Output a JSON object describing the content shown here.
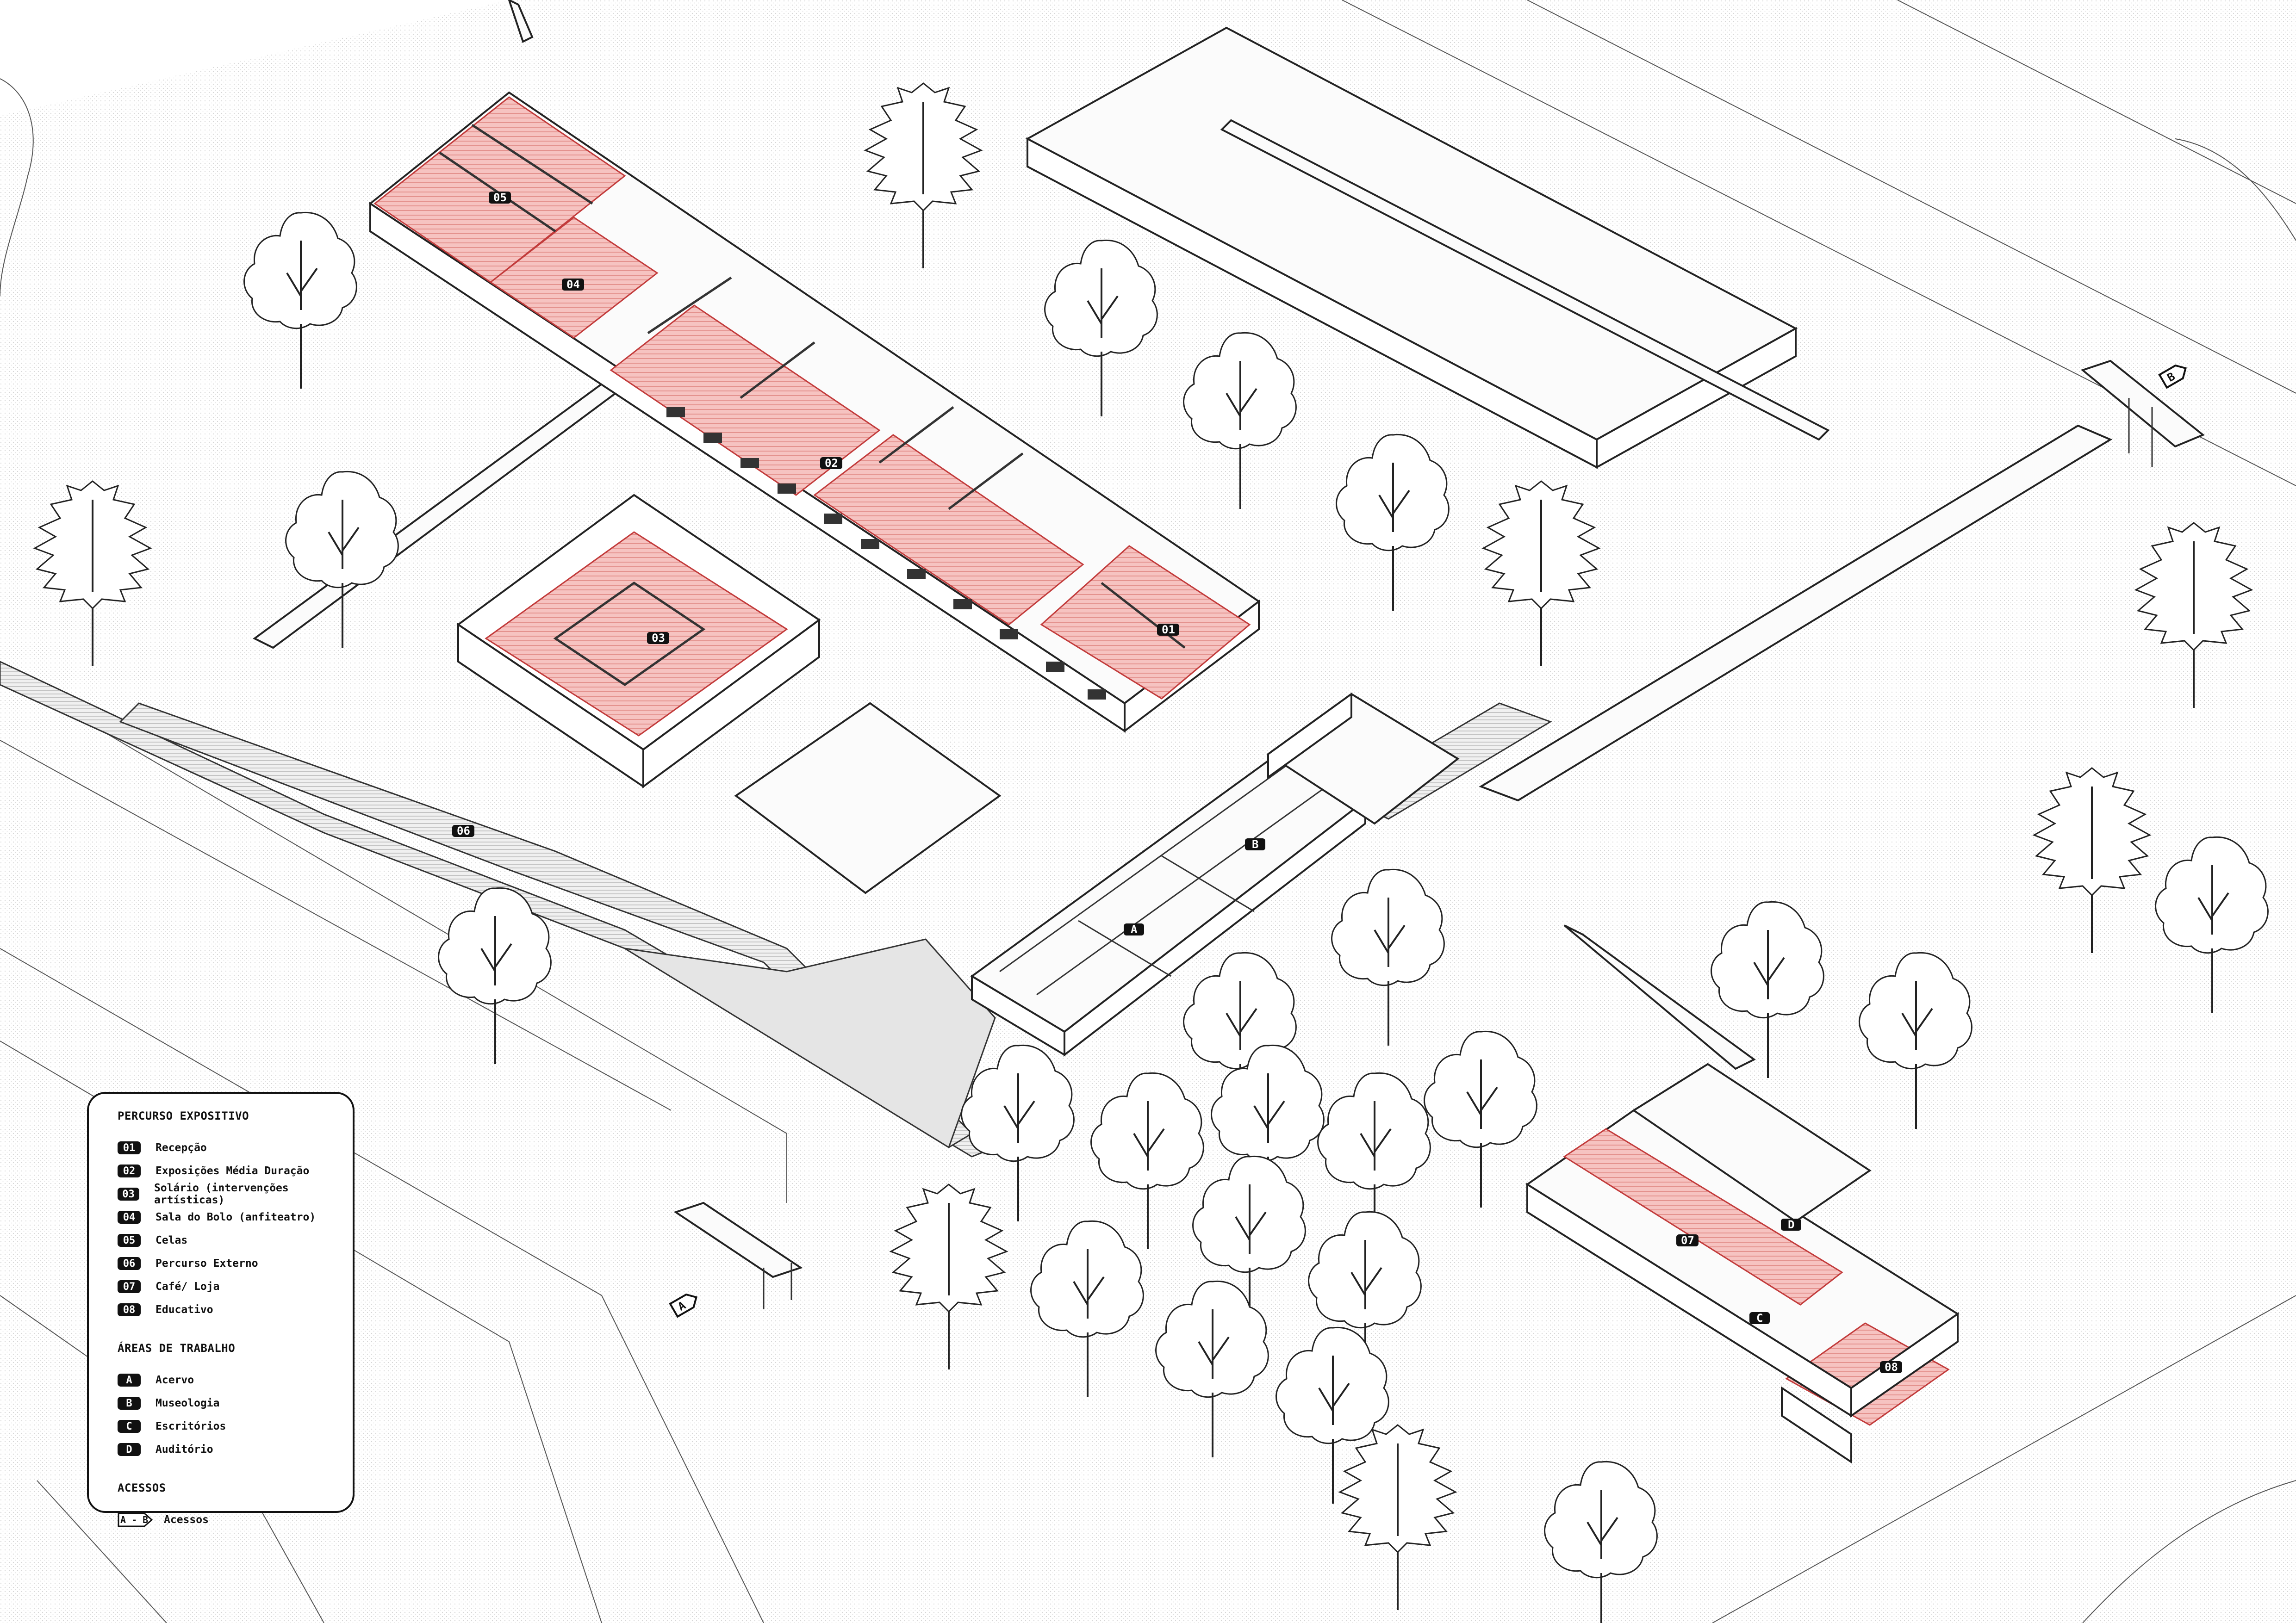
{
  "legend": {
    "section1_title": "PERCURSO EXPOSITIVO",
    "section1_items": [
      {
        "code": "01",
        "label": "Recepção"
      },
      {
        "code": "02",
        "label": "Exposições Média Duração"
      },
      {
        "code": "03",
        "label": "Solário (intervenções artísticas)"
      },
      {
        "code": "04",
        "label": "Sala do Bolo (anfiteatro)"
      },
      {
        "code": "05",
        "label": "Celas"
      },
      {
        "code": "06",
        "label": "Percurso Externo"
      },
      {
        "code": "07",
        "label": "Café/ Loja"
      },
      {
        "code": "08",
        "label": "Educativo"
      }
    ],
    "section2_title": "ÁREAS DE TRABALHO",
    "section2_items": [
      {
        "code": "A",
        "label": "Acervo"
      },
      {
        "code": "B",
        "label": "Museologia"
      },
      {
        "code": "C",
        "label": "Escritórios"
      },
      {
        "code": "D",
        "label": "Auditório"
      }
    ],
    "section3_title": "ACESSOS",
    "section3_items": [
      {
        "code": "A - B",
        "label": "Acessos"
      }
    ]
  },
  "map_tags": {
    "t01": "01",
    "t02": "02",
    "t03": "03",
    "t04": "04",
    "t05": "05",
    "t06": "06",
    "t07": "07",
    "t08": "08",
    "tA": "A",
    "tB": "B",
    "tC": "C",
    "tD": "D",
    "accA": "A",
    "accB": "B"
  },
  "colors": {
    "exhibition_fill": "#f4b6b4",
    "exhibition_line": "#c23b3b",
    "badge": "#111111"
  }
}
